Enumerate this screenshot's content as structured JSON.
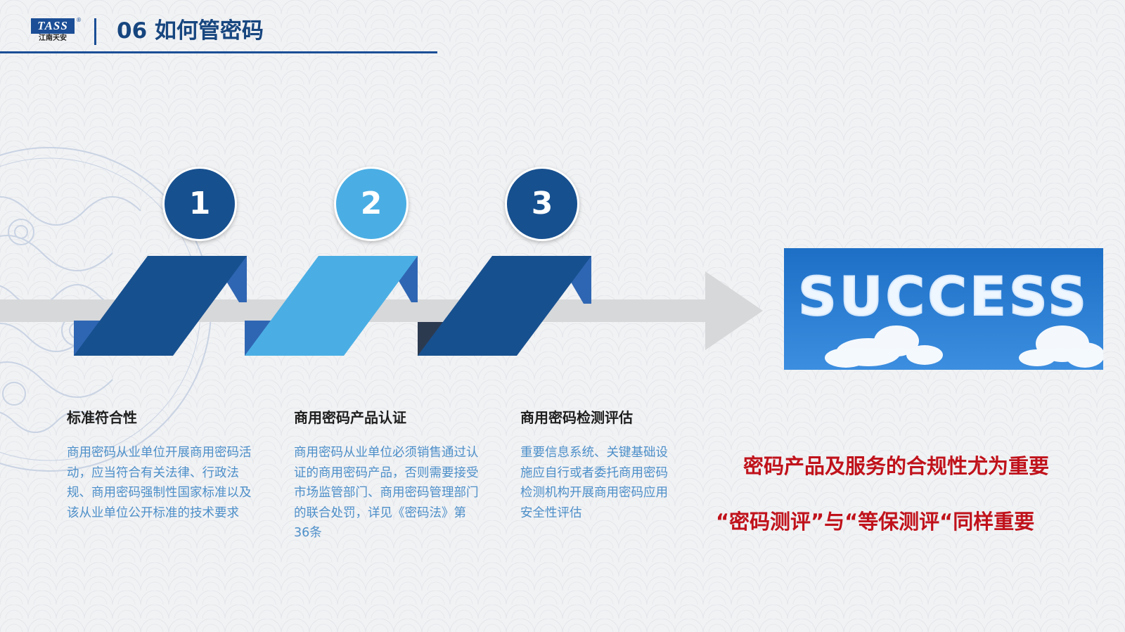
{
  "header": {
    "logo_text": "TASS",
    "logo_reg": "®",
    "logo_sub": "江南天安",
    "title": "06  如何管密码"
  },
  "steps": [
    {
      "number": "1",
      "title": "标准符合性",
      "description": "商用密码从业单位开展商用密码活动，应当符合有关法律、行政法规、商用密码强制性国家标准以及该从业单位公开标准的技术要求",
      "color": "#17508f"
    },
    {
      "number": "2",
      "title": "商用密码产品认证",
      "description": "商用密码从业单位必须销售通过认证的商用密码产品，否则需要接受市场监管部门、商用密码管理部门的联合处罚，详见《密码法》第36条",
      "color": "#4aaee4"
    },
    {
      "number": "3",
      "title": "商用密码检测评估",
      "description": "重要信息系统、关键基础设施应自行或者委托商用密码检测机构开展商用密码应用安全性评估",
      "color": "#17508f"
    }
  ],
  "success_image": {
    "word": "SUCCESS"
  },
  "highlights": {
    "line1": "密码产品及服务的合规性尤为重要",
    "line2": "“密码测评”与“等保测评“同样重要"
  },
  "colors": {
    "primary": "#17508f",
    "accent": "#4aaee4",
    "red": "#c0121b"
  }
}
